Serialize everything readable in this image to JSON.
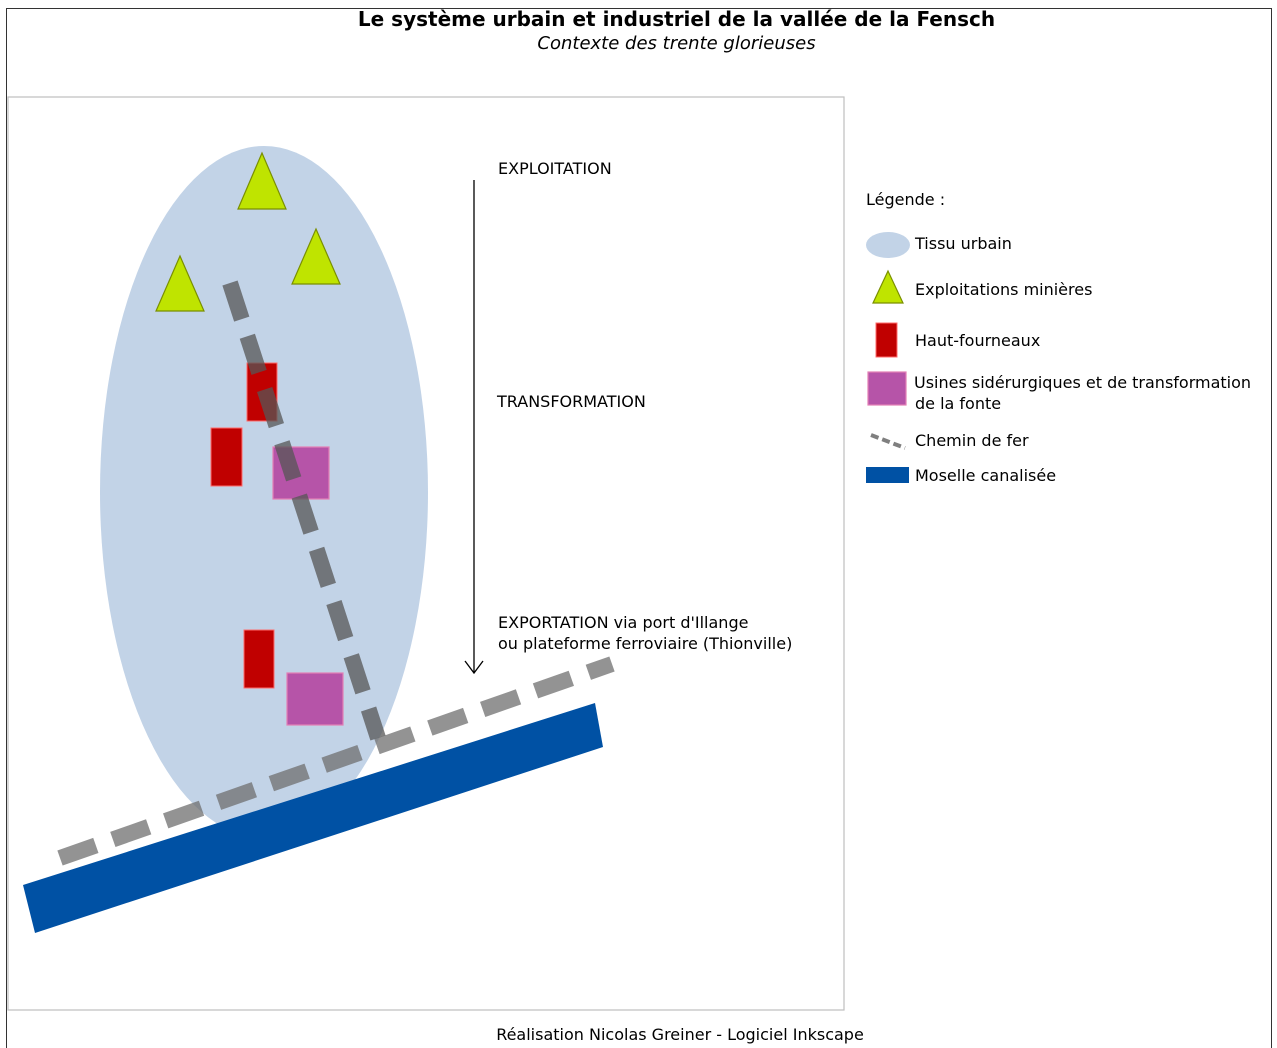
{
  "header": {
    "title": "Le système urbain et industriel de la vallée de la Fensch",
    "subtitle": "Contexte des trente glorieuses"
  },
  "map": {
    "flow_labels": {
      "exploitation": "EXPLOITATION",
      "transformation": "TRANSFORMATION",
      "exportation_line1": "EXPORTATION via port d'Illange",
      "exportation_line2": "ou plateforme ferroviaire (Thionville)"
    }
  },
  "legend": {
    "title": "Légende :",
    "items": [
      {
        "label": "Tissu urbain",
        "color": "#c2d3e7",
        "icon": "ellipse-icon"
      },
      {
        "label": "Exploitations minières",
        "color": "#bfe400",
        "icon": "triangle-icon"
      },
      {
        "label": "Haut-fourneaux",
        "color": "#c00000",
        "icon": "red-rectangle-icon"
      },
      {
        "label": "Usines sidérurgiques et de transformation",
        "label_line2": "de la fonte",
        "color": "#b654a8",
        "icon": "magenta-square-icon"
      },
      {
        "label": "Chemin de fer",
        "color": "#7f7f7f",
        "icon": "dashed-line-icon"
      },
      {
        "label": "Moselle canalisée",
        "color": "#0051a4",
        "icon": "blue-bar-icon"
      }
    ]
  },
  "footer": {
    "credit": "Réalisation Nicolas Greiner - Logiciel Inkscape"
  }
}
